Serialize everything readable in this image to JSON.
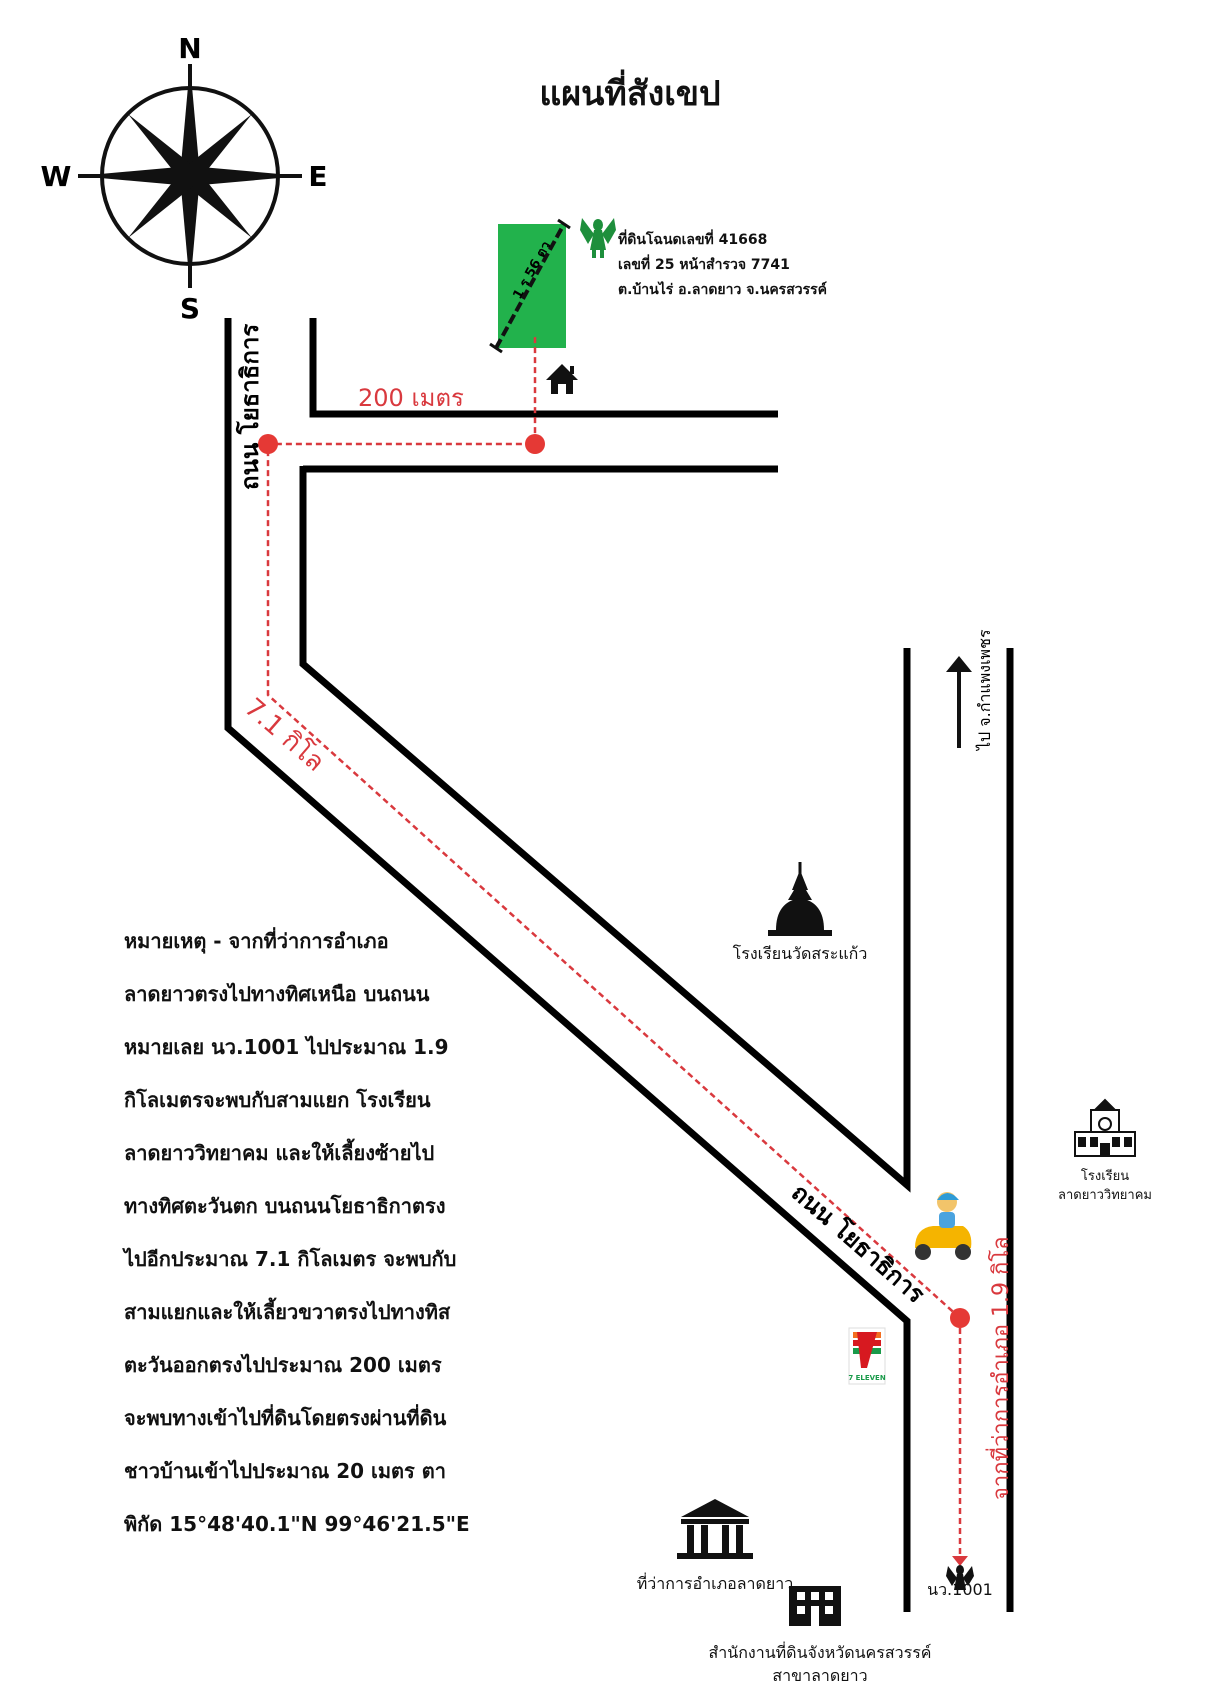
{
  "title": "แผนที่สังเขป",
  "compass": {
    "n": "N",
    "s": "S",
    "e": "E",
    "w": "W"
  },
  "parcel": {
    "dimension_label": "1 ร 56 ตว",
    "info_lines": [
      "ที่ดินโฉนดเลขที่ 41668",
      "เลขที่ 25 หน้าสำรวจ 7741",
      "ต.บ้านไร่ อ.ลาดยาว จ.นครสวรรค์"
    ],
    "fill_color": "#22b24c"
  },
  "roads": {
    "road_name_left": "ถนน โยธาธิการ",
    "road_name_diagonal": "ถนน โยธาธิการ",
    "to_province": "ไป จ.กำแพงเพชร"
  },
  "distances": {
    "short": "200 เมตร",
    "diagonal": "7.1 กิโล",
    "from_office": "จากที่ว่าการอำเภอ 1.9 กิโล"
  },
  "landmarks": {
    "temple_school": "โรงเรียนวัดสระแก้ว",
    "school_right_line1": "โรงเรียน",
    "school_right_line2": "ลาดยาววิทยาคม",
    "district_office": "ที่ว่าการอำเภอลาดยาว",
    "land_office_line1": "สำนักงานที่ดินจังหวัดนครสวรรค์",
    "land_office_line2": "สาขาลาดยาว",
    "route_label": "นว.1001",
    "store_logo": "7 ELEVEN"
  },
  "note_lines": [
    "หมายเหตุ - จากที่ว่าการอำเภอ",
    "ลาดยาวตรงไปทางทิศเหนือ บนถนน",
    "หมายเลย นว.1001 ไปประมาณ 1.9",
    "กิโลเมตรจะพบกับสามแยก โรงเรียน",
    "ลาดยาววิทยาคม และให้เลี้ยงซ้ายไป",
    "ทางทิศตะวันตก บนถนนโยธาธิกาตรง",
    "ไปอีกประมาณ 7.1 กิโลเมตร จะพบกับ",
    "สามแยกและให้เลี้ยวขวาตรงไปทางทิส",
    "ตะวันออกตรงไปประมาณ 200 เมตร",
    "จะพบทางเข้าไปที่ดินโดยตรงผ่านที่ดิน",
    "ชาวบ้านเข้าไปประมาณ 20 เมตร ตา",
    "พิกัด 15°48'40.1\"N 99°46'21.5\"E"
  ],
  "colors": {
    "route": "#d9393e",
    "road": "#000000"
  }
}
